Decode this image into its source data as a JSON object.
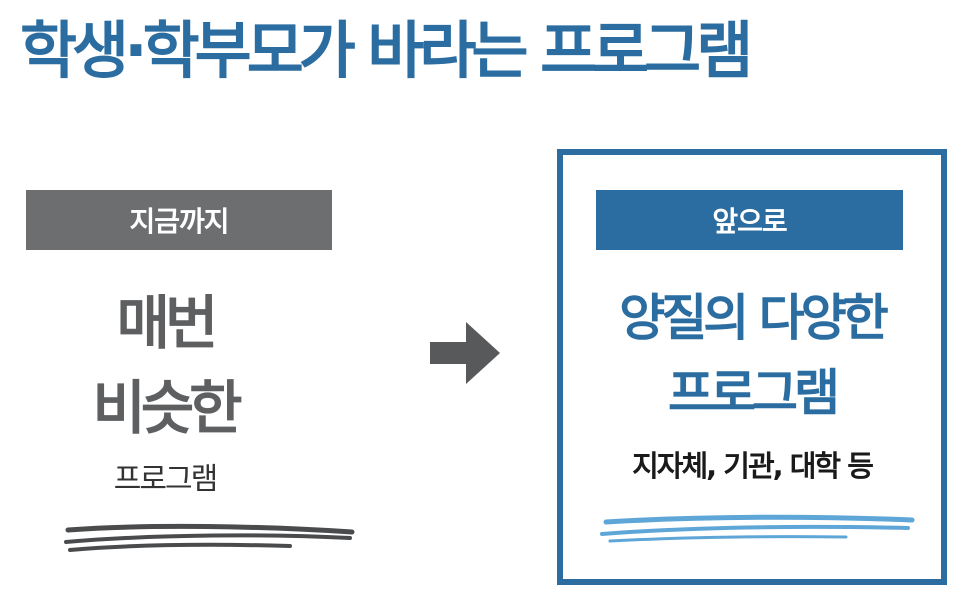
{
  "title": "학생·학부모가 바라는 프로그램",
  "left": {
    "badge": "지금까지",
    "line1": "매번",
    "line2": "비슷한",
    "sub": "프로그램"
  },
  "right": {
    "badge": "앞으로",
    "line1": "양질의 다양한",
    "line2": "프로그램",
    "sub": "지자체, 기관, 대학 등"
  },
  "colors": {
    "primary_blue": "#2b6da0",
    "light_blue_stroke": "#5ea6d8",
    "badge_gray": "#6d6e70",
    "text_gray": "#5e5f61",
    "arrow_gray": "#58595b"
  },
  "icons": {
    "arrow": "arrow-right-icon"
  }
}
